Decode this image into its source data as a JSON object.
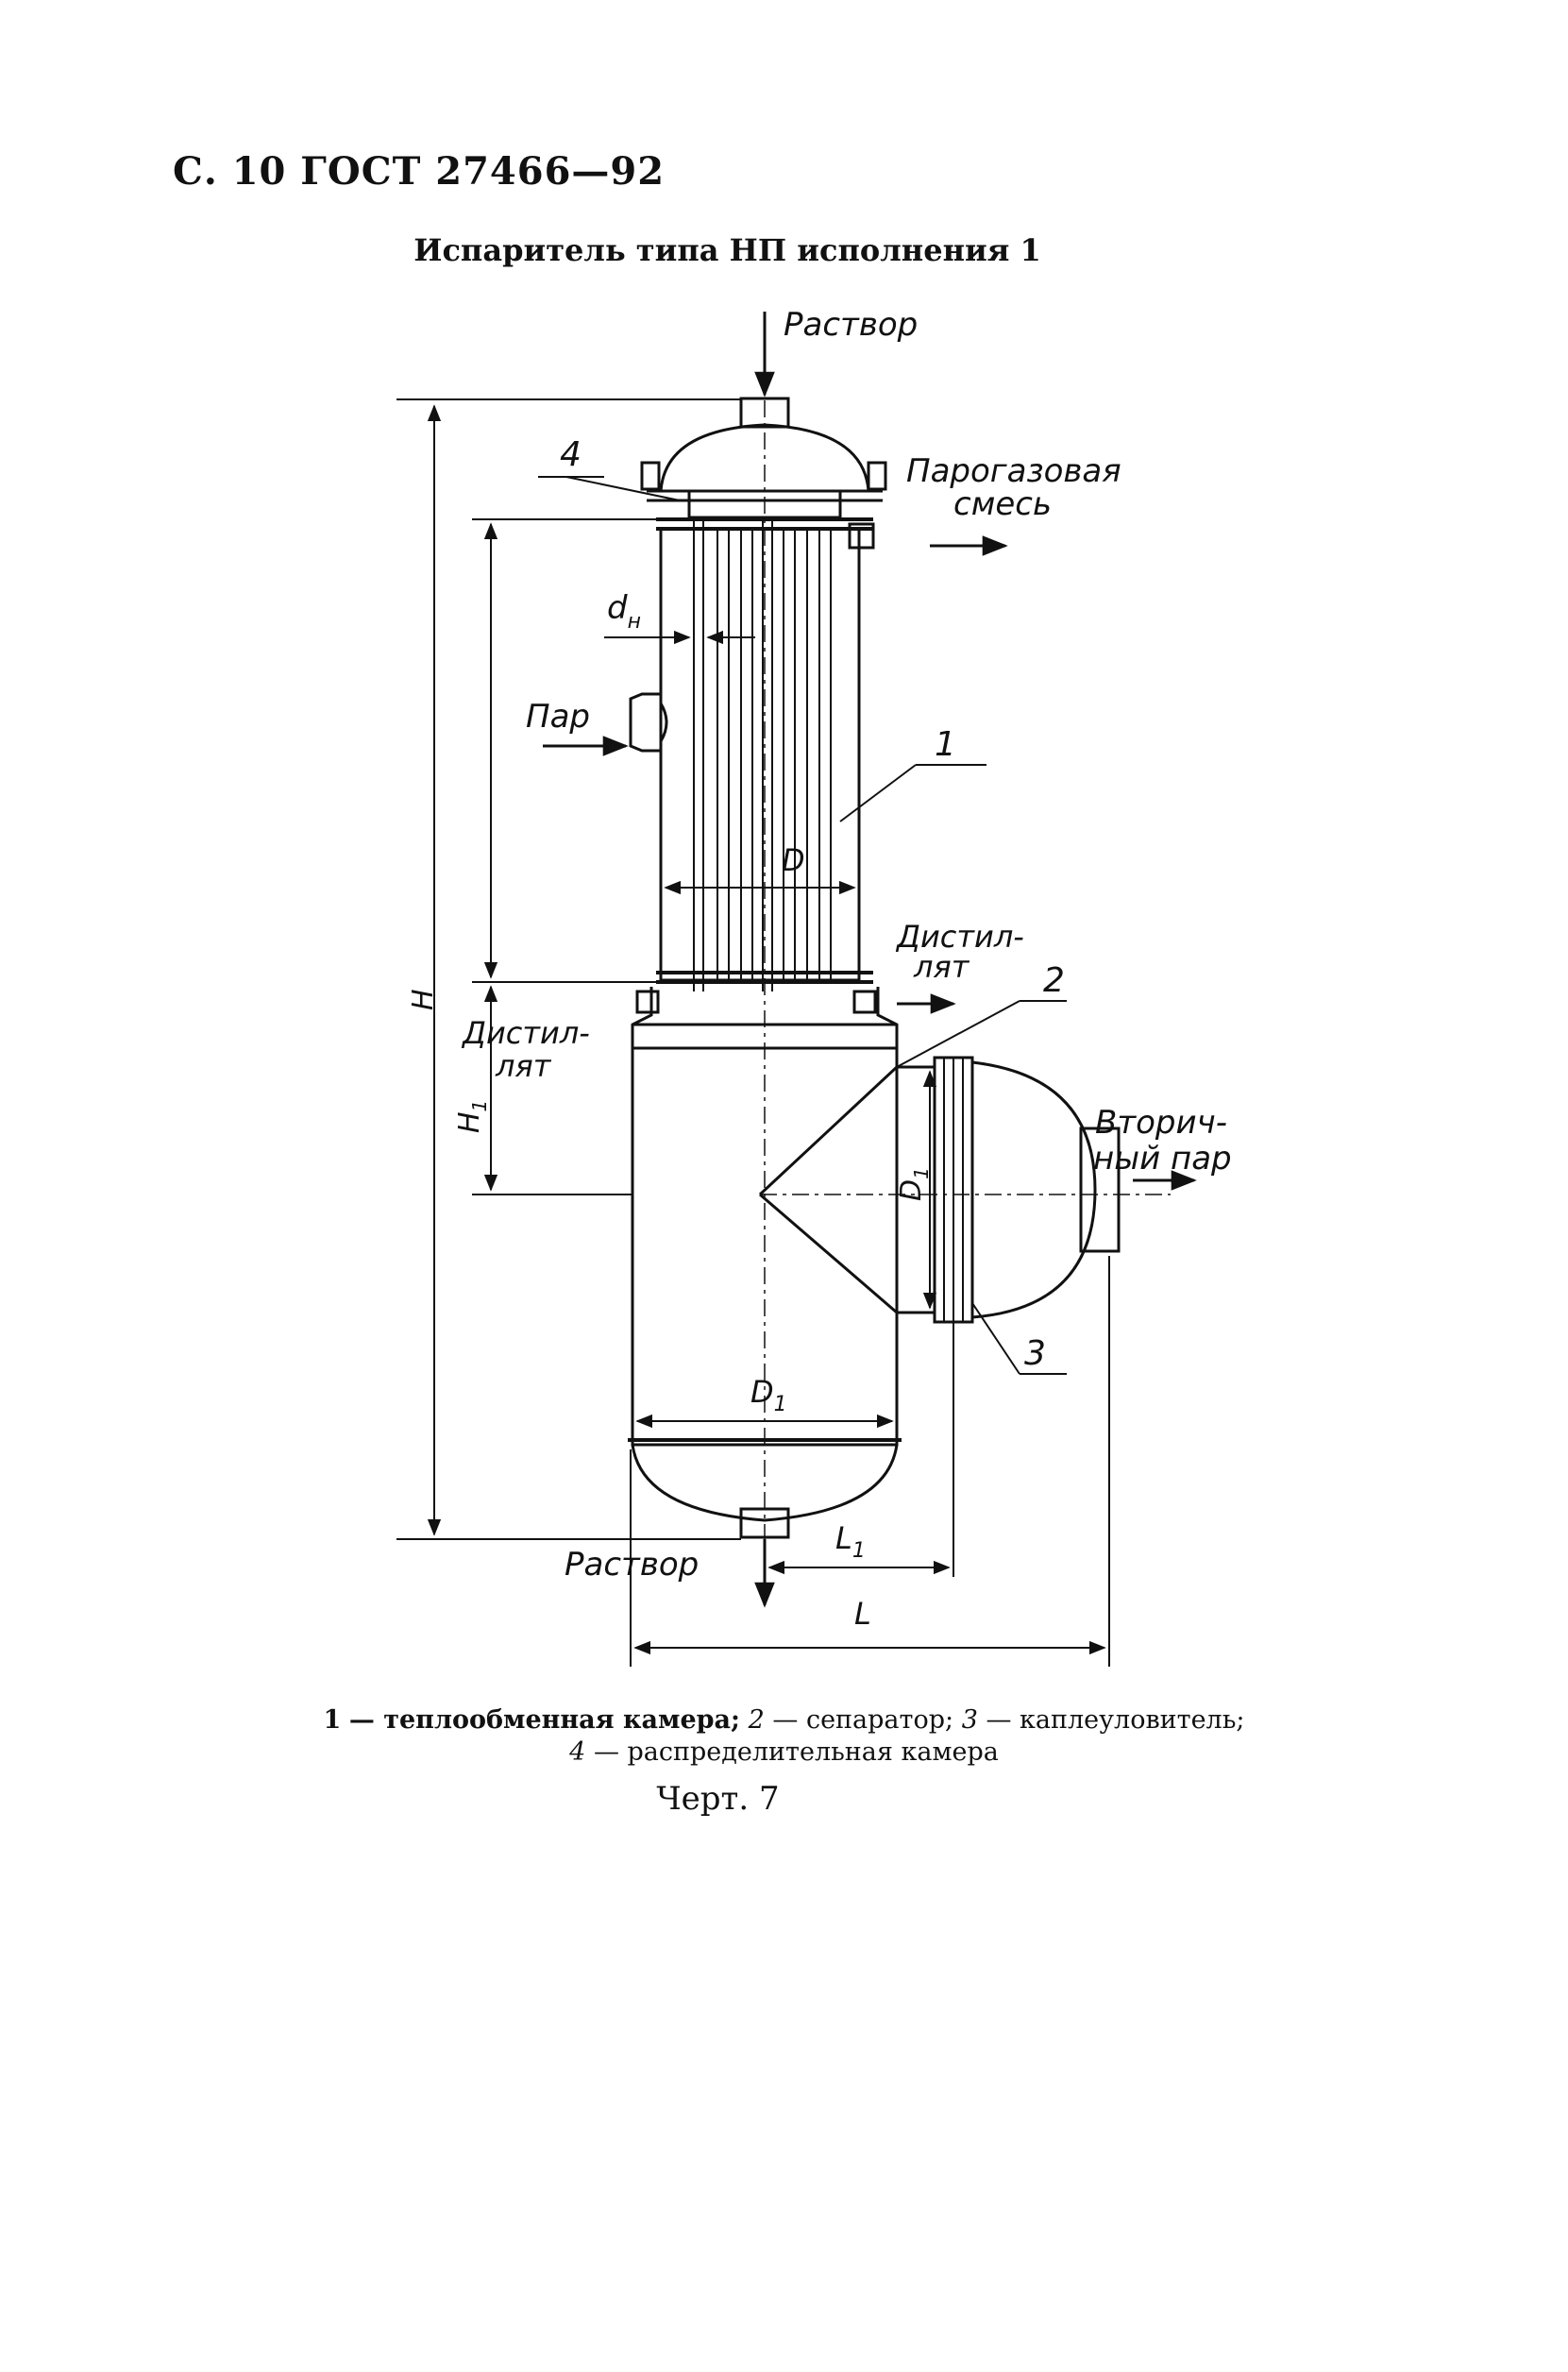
{
  "page_header": "С. 10 ГОСТ 27466—92",
  "title": "Испаритель типа НП исполнения 1",
  "labels": {
    "solution_in": "Раствор",
    "solution_out": "Раствор",
    "gas_mix_1": "Парогазовая",
    "gas_mix_2": "смесь",
    "steam": "Пар",
    "distillate_r1": "Дистил-",
    "distillate_r2": "лят",
    "distillate_l1": "Дистил-",
    "distillate_l2": "лят",
    "secondary_1": "Вторич-",
    "secondary_2": "ный пар",
    "dim_H": "H",
    "dim_H1": "H",
    "dim_H1_sub": "1",
    "dim_dn": "d",
    "dim_dn_sub": "н",
    "dim_D": "D",
    "dim_D1_a": "D",
    "dim_D1_a_sub": "1",
    "dim_D1_b": "D",
    "dim_D1_b_sub": "1",
    "dim_L": "L",
    "dim_L1": "L",
    "dim_L1_sub": "1",
    "num_1": "1",
    "num_2": "2",
    "num_3": "3",
    "num_4": "4"
  },
  "legend": {
    "item1_num": "1",
    "item1_text": "— теплообменная камера;",
    "item2_num": "2",
    "item2_text": "— сепаратор;",
    "item3_num": "3",
    "item3_text": "— каплеуловитель;",
    "item4_num": "4",
    "item4_text": "— распределительная камера"
  },
  "figure_caption": "Черт. 7"
}
